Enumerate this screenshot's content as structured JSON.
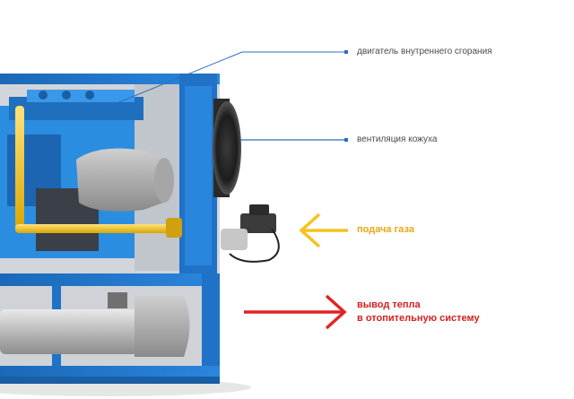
{
  "labels": {
    "engine": "двигатель внутреннего сгорания",
    "ventilation": "вентиляция кожуха",
    "gas_supply": "подача газа",
    "heat_output_line1": "вывод тепла",
    "heat_output_line2": "в отопительную систему"
  },
  "colors": {
    "frame_blue": "#1e73c8",
    "engine_blue": "#2a8de0",
    "gas_pipe_yellow": "#f2c318",
    "gas_arrow": "#f6c220",
    "heat_arrow": "#e02424",
    "heat_text": "#d42020",
    "gas_text": "#e8a812",
    "leader_line": "#2c6fb8"
  },
  "icons": {
    "gas_arrow": "arrow-left-icon",
    "heat_arrow": "arrow-right-icon"
  }
}
